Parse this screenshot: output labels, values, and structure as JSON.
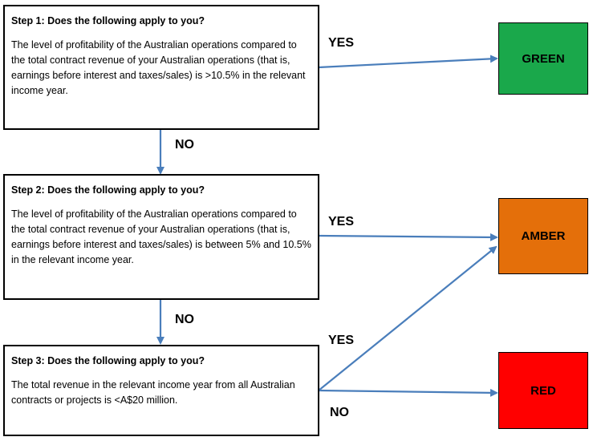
{
  "steps": [
    {
      "title": "Step 1: Does the following apply to you?",
      "text": "The level of profitability of the Australian operations compared to the total contract revenue of your Australian operations (that is, earnings before interest and taxes/sales) is >10.5% in the relevant income year."
    },
    {
      "title": "Step 2: Does the following apply to you?",
      "text": "The level of profitability of the Australian operations compared to the total contract revenue of your Australian operations (that is, earnings before interest and taxes/sales) is between 5% and 10.5% in the relevant income year."
    },
    {
      "title": "Step 3: Does the following apply to you?",
      "text": "The total revenue in the relevant income year from all Australian contracts or projects is <A$20 million."
    }
  ],
  "results": [
    {
      "label": "GREEN",
      "color": "#1aa84b"
    },
    {
      "label": "AMBER",
      "color": "#e46f0a"
    },
    {
      "label": "RED",
      "color": "#ff0000"
    }
  ],
  "edges": {
    "step1_yes": "YES",
    "step1_no": "NO",
    "step2_yes": "YES",
    "step2_no": "NO",
    "step3_yes": "YES",
    "step3_no": "NO"
  },
  "colors": {
    "arrow": "#4a7ebb"
  }
}
